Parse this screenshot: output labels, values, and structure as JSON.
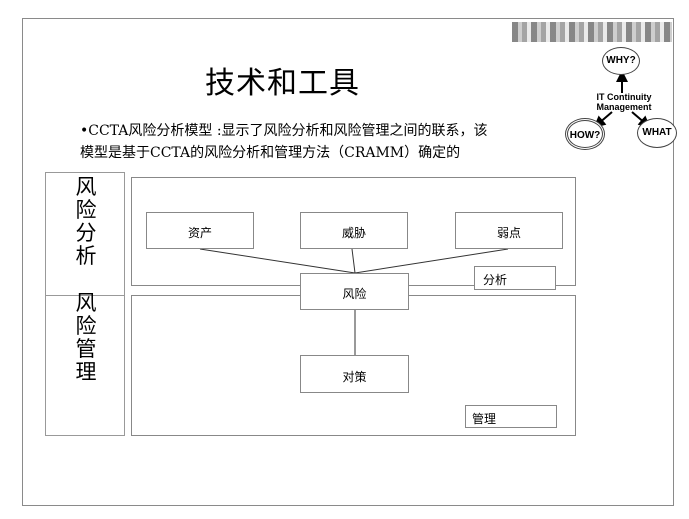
{
  "slide": {
    "title": "技术和工具",
    "bullet_line1": "•CCTA风险分析模型 :显示了风险分析和风险管理之间的联系，该",
    "bullet_line2": "模型是基于CCTA的风险分析和管理方法（CRAMM）确定的"
  },
  "side_labels": {
    "analysis_chars": [
      "风",
      "险",
      "分",
      "析"
    ],
    "management_chars": [
      "风",
      "险",
      "管",
      "理"
    ]
  },
  "nodes": {
    "assets": "资产",
    "threats": "威胁",
    "vulnerabilities": "弱点",
    "risk": "风险",
    "countermeasures": "对策",
    "analysis_tag": "分析",
    "management_tag": "管理"
  },
  "badge": {
    "why": "WHY?",
    "center_line1": "IT Continuity",
    "center_line2": "Management",
    "how": "HOW?",
    "what": "WHAT"
  }
}
